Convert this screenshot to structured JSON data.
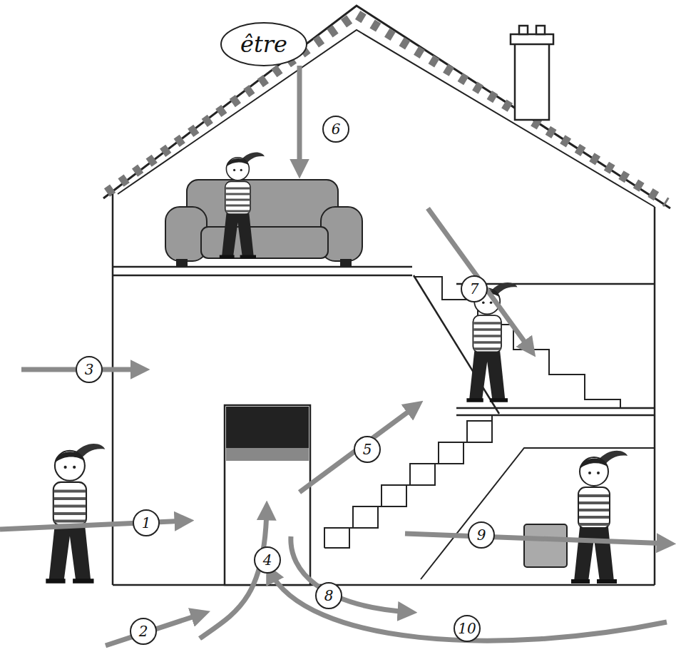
{
  "diagram": {
    "nodes": [
      {
        "text": [
          "être"
        ]
      }
    ],
    "labels": [
      "6",
      "7",
      "3",
      "5",
      "1",
      "4",
      "9",
      "2",
      "8",
      "10"
    ]
  }
}
